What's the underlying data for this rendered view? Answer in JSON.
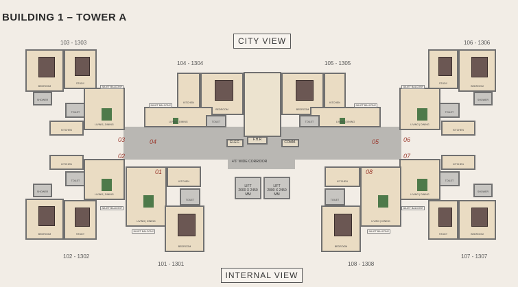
{
  "title": "BUILDING 1 – TOWER A",
  "views": {
    "top": "CITY VIEW",
    "bottom": "INTERNAL VIEW"
  },
  "core": {
    "corridor": "4'6\" WIDE CORRIDOR",
    "elec": "ELEC.",
    "fhr": "F.H.R",
    "comm": "COMM.",
    "lifts": [
      {
        "label": "LIFT",
        "size": "2000 X 2450 MM"
      },
      {
        "label": "LIFT",
        "size": "2000 X 2450 MM"
      }
    ]
  },
  "balcony_label": "JULIET BALCONY",
  "units": [
    {
      "id": "103",
      "label": "103 - 1303",
      "number": "03",
      "rooms": [
        "BEDROOM",
        "STUDY",
        "SHOWER",
        "TOILET",
        "KITCHEN",
        "LIVING | DINING"
      ]
    },
    {
      "id": "102",
      "label": "102 - 1302",
      "number": "02",
      "rooms": [
        "BEDROOM",
        "STUDY",
        "SHOWER",
        "TOILET",
        "KITCHEN",
        "LIVING | DINING"
      ]
    },
    {
      "id": "106",
      "label": "106 - 1306",
      "number": "06",
      "rooms": [
        "STUDY",
        "BEDROOM",
        "SHOWER",
        "TOILET",
        "KITCHEN",
        "LIVING | DINING"
      ]
    },
    {
      "id": "107",
      "label": "107 - 1307",
      "number": "07",
      "rooms": [
        "STUDY",
        "BEDROOM",
        "SHOWER",
        "TOILET",
        "KITCHEN",
        "LIVING | DINING"
      ]
    },
    {
      "id": "104",
      "label": "104 - 1304",
      "number": "04",
      "rooms": [
        "KITCHEN",
        "BEDROOM",
        "LIVING | DINING",
        "TOILET"
      ]
    },
    {
      "id": "105",
      "label": "105 - 1305",
      "number": "05",
      "rooms": [
        "BEDROOM",
        "KITCHEN",
        "LIVING | DINING",
        "TOILET"
      ]
    },
    {
      "id": "101",
      "label": "101 - 1301",
      "number": "01",
      "rooms": [
        "LIVING | DINING",
        "KITCHEN",
        "TOILET",
        "BEDROOM"
      ]
    },
    {
      "id": "108",
      "label": "108 - 1308",
      "number": "08",
      "rooms": [
        "KITCHEN",
        "LIVING | DINING",
        "TOILET",
        "BEDROOM"
      ]
    }
  ],
  "colors": {
    "wall": "#707070",
    "floor": "#eadcc3",
    "corridor": "#b9b7b3",
    "number": "#9b3a2f"
  }
}
